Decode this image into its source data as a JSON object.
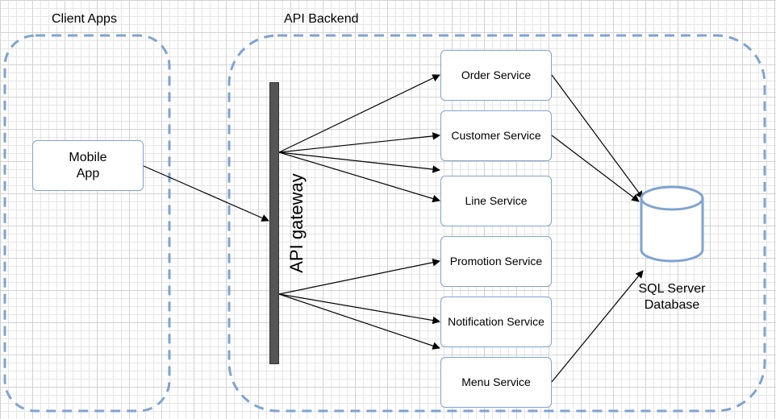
{
  "groups": {
    "client": {
      "title": "Client Apps"
    },
    "backend": {
      "title": "API Backend"
    }
  },
  "client_apps": [
    {
      "label_line1": "Mobile",
      "label_line2": "App"
    }
  ],
  "gateway": {
    "label": "API gateway"
  },
  "services": [
    {
      "id": "order",
      "label": "Order Service"
    },
    {
      "id": "customer",
      "label": "Customer Service"
    },
    {
      "id": "line",
      "label": "Line Service"
    },
    {
      "id": "promotion",
      "label": "Promotion Service"
    },
    {
      "id": "notification",
      "label": "Notification Service"
    },
    {
      "id": "menu",
      "label": "Menu Service"
    }
  ],
  "database": {
    "label_line1": "SQL Server",
    "label_line2": "Database"
  },
  "colors": {
    "group_border": "#7fa3d0",
    "box_border": "#7fa3d0",
    "gateway_fill": "#555555",
    "arrow": "#000000"
  }
}
